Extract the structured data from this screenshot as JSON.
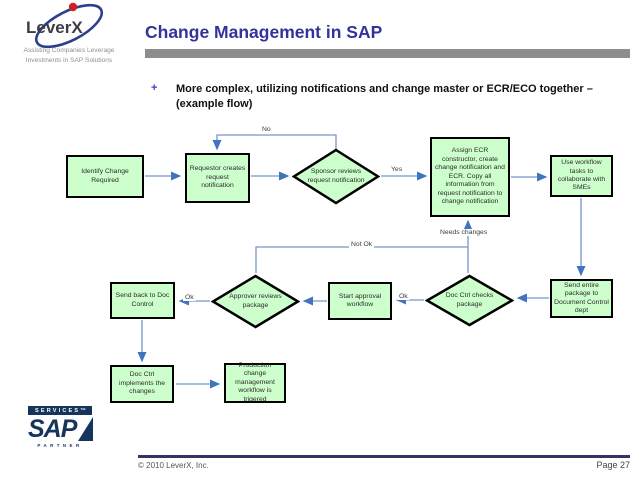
{
  "brand": {
    "logo_text": "LeverX",
    "tagline_line1": "Assisting Companies Leverage",
    "tagline_line2": "Investments in SAP Solutions"
  },
  "header": {
    "title": "Change Management in SAP"
  },
  "bullet": {
    "marker": "+",
    "text": "More complex, utilizing notifications and change master or ECR/ECO together – (example flow)"
  },
  "flow": {
    "nodes": {
      "identify": "Identify Change Required",
      "requestor": "Requestor creates request notification",
      "sponsor": "Sponsor reviews request notification",
      "assign_ecr": "Assign ECR constructor, create change notification and ECR. Copy all information from request notification to change notification",
      "use_workflow": "Use workflow tasks to collaborate with SMEs",
      "send_back": "Send back to Doc Control",
      "approver": "Approver reviews package",
      "start_approval": "Start approval workflow",
      "doc_ctrl_checks": "Doc Ctrl checks package",
      "send_entire": "Send entire package to Document Control dept",
      "doc_ctrl_implements": "Doc Ctrl implements the changes",
      "production": "Production change management workflow is trigered"
    },
    "edges": {
      "no": "No",
      "yes": "Yes",
      "not_ok": "Not Ok",
      "ok_approver": "Ok",
      "ok_doc_ctrl": "Ok",
      "needs_changes": "Needs changes"
    }
  },
  "footer": {
    "sap_services": "SERVICES™",
    "sap_word": "SAP",
    "sap_partner": "PARTNER",
    "copyright": "© 2010 LeverX, Inc.",
    "page": "Page 27"
  },
  "colors": {
    "title_blue": "#333399",
    "node_fill": "#ccffcc",
    "connector_blue": "#7396c8",
    "arrowhead_blue": "#4273be",
    "sap_navy": "#16355c",
    "bar_gray": "#8e8e8e",
    "logo_red": "#cc2222"
  }
}
